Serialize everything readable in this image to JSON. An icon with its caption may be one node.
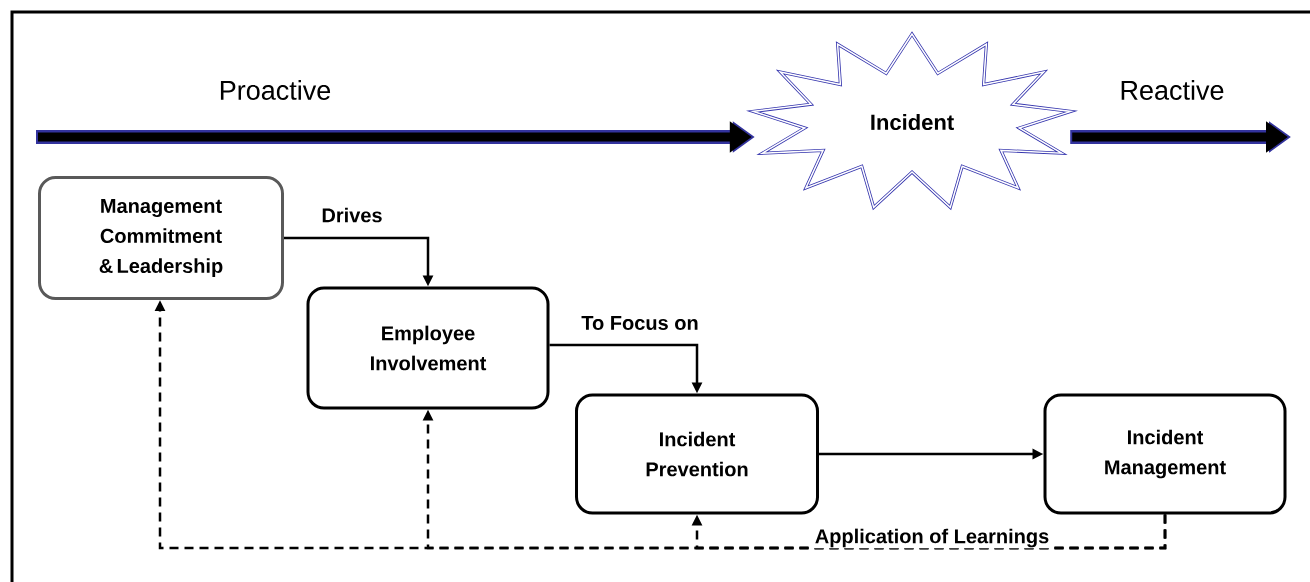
{
  "diagram": {
    "nodes": [
      {
        "text": [
          "Management Commitment & Leadership"
        ]
      },
      {
        "text": [
          "Employee Involvement"
        ]
      },
      {
        "text": [
          "Incident Prevention"
        ]
      },
      {
        "text": [
          "Incident Management"
        ]
      },
      {
        "text": [
          "Incident"
        ]
      }
    ],
    "edges": [
      {
        "from": null,
        "to": 4,
        "arrow": "to",
        "style": "thick",
        "color": "#33339e"
      },
      {
        "from": 4,
        "to": null,
        "arrow": "to",
        "style": "thick",
        "color": "#33339e"
      },
      {
        "from": 0,
        "to": 1,
        "arrow": "to",
        "label": "Drives"
      },
      {
        "from": 1,
        "to": 2,
        "arrow": "to",
        "label": "To Focus on"
      },
      {
        "from": 2,
        "to": 3,
        "arrow": "to"
      },
      {
        "from": 3,
        "to": 0,
        "arrow": "to",
        "style": "dashed"
      },
      {
        "from": 3,
        "to": 1,
        "arrow": "to",
        "style": "dashed"
      },
      {
        "from": 3,
        "to": 2,
        "arrow": "to",
        "style": "dashed",
        "label": "Application of Learnings"
      }
    ],
    "labels": [
      "Proactive",
      "Reactive"
    ]
  }
}
